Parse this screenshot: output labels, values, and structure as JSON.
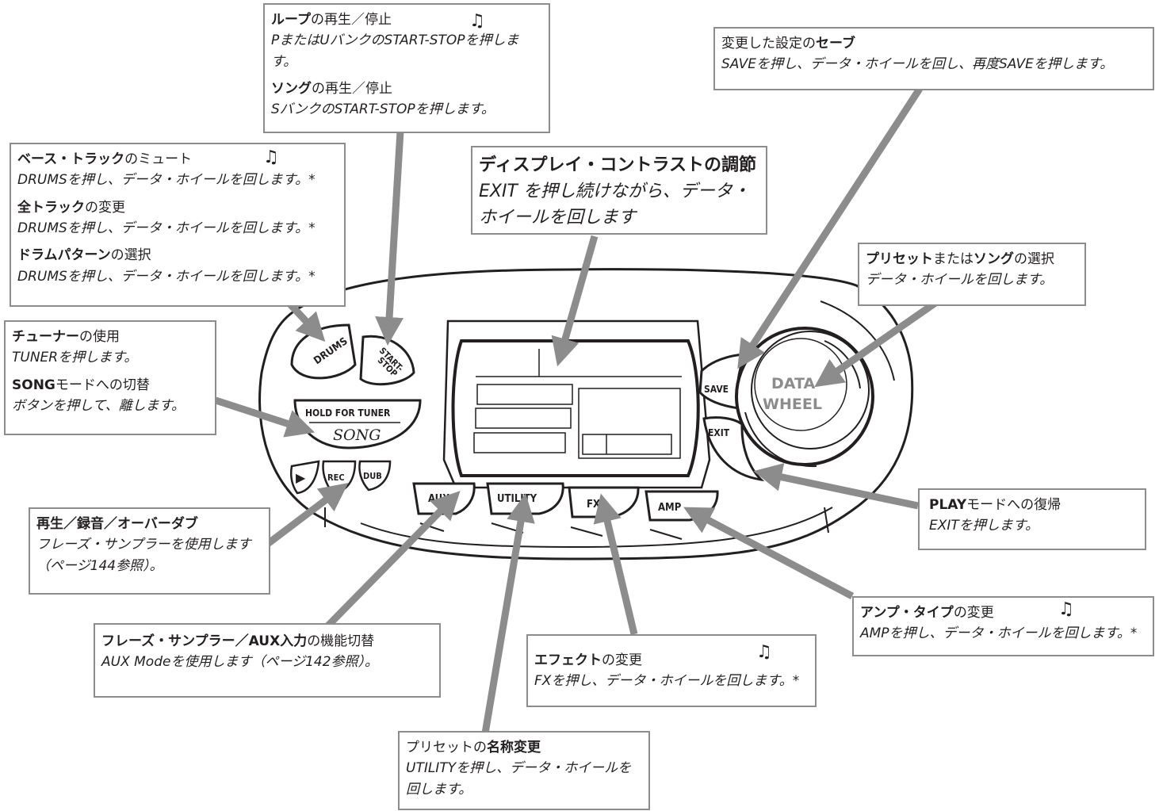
{
  "device": {
    "buttons": {
      "drums": "DRUMS",
      "start_stop": [
        "START-",
        "STOP"
      ],
      "tuner_hold": "HOLD FOR TUNER",
      "song": "SONG",
      "play": "▶",
      "rec": "REC",
      "dub": "DUB",
      "aux": "AUX",
      "utility": "UTILITY",
      "fx": "FX",
      "amp": "AMP",
      "save": "SAVE",
      "exit": "EXIT",
      "data_wheel": [
        "DATA",
        "WHEEL"
      ]
    }
  },
  "callouts": {
    "loop": {
      "bold1": "ループ",
      "rest1": "の再生／停止",
      "desc1": "PまたはUバンクのSTART-STOPを押します。",
      "bold2": "ソング",
      "rest2": "の再生／停止",
      "desc2": "SバンクのSTART-STOPを押します。"
    },
    "save": {
      "head": "変更した設定の",
      "bold": "セーブ",
      "desc": "SAVEを押し、データ・ホイールを回し、再度SAVEを押します。"
    },
    "bass": {
      "bold1": "ベース・トラック",
      "rest1": "のミュート",
      "desc1": "DRUMSを押し、データ・ホイールを回します。*",
      "bold2": "全トラック",
      "rest2": "の変更",
      "desc2": "DRUMSを押し、データ・ホイールを回します。*",
      "bold3": "ドラムパターン",
      "rest3": "の選択",
      "desc3": "DRUMSを押し、データ・ホイールを回します。*"
    },
    "contrast": {
      "bold": "ディスプレイ・コントラスト",
      "rest": "の調節",
      "desc": "EXIT を押し続けながら、データ・ホイールを回します"
    },
    "preset": {
      "bold1": "プリセット",
      "mid": "または",
      "bold2": "ソング",
      "rest": "の選択",
      "desc": "データ・ホイールを回します。"
    },
    "tuner": {
      "bold1": "チューナー",
      "rest1": "の使用",
      "desc1": "TUNERを押します。",
      "bold2": "SONG",
      "rest2": "モードへの切替",
      "desc2": "ボタンを押して、離します。"
    },
    "playmode": {
      "bold": "PLAY",
      "rest": "モードへの復帰",
      "desc": "EXITを押します。"
    },
    "record": {
      "bold": "再生／録音／オーバーダブ",
      "desc": "フレーズ・サンプラーを使用します（ページ144参照）。"
    },
    "amp": {
      "bold": "アンプ・タイプ",
      "rest": "の変更",
      "desc": "AMPを押し、データ・ホイールを回します。*"
    },
    "aux": {
      "bold": "フレーズ・サンプラー／AUX入力",
      "rest": "の機能切替",
      "desc": "AUX Modeを使用します（ページ142参照）。"
    },
    "fx": {
      "bold": "エフェクト",
      "rest": "の変更",
      "desc": "FXを押し、データ・ホイールを回します。*"
    },
    "rename": {
      "head": "プリセットの",
      "bold": "名称変更",
      "desc": "UTILITYを押し、データ・ホイールを回します。"
    }
  },
  "music_note_symbol": "♫"
}
